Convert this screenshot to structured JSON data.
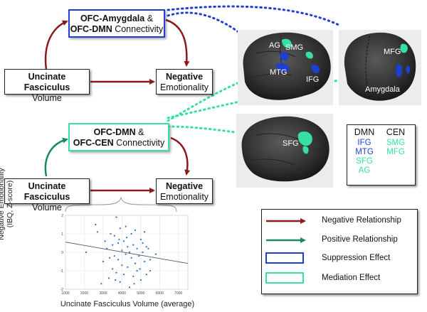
{
  "boxes": {
    "top_connect_line1_bold": "OFC-Amygdala",
    "top_connect_line1_rest": " &",
    "top_connect_line2_bold": "OFC-DMN",
    "top_connect_line2_rest": " Connectivity",
    "top_predictor_bold": "Uncinate Fasciculus",
    "top_predictor_sub": "Volume",
    "top_outcome_bold": "Negative",
    "top_outcome_sub": "Emotionality",
    "bot_connect_line1_bold": "OFC-DMN",
    "bot_connect_line1_rest": " &",
    "bot_connect_line2_bold": "OFC-CEN",
    "bot_connect_line2_rest": " Connectivity",
    "bot_predictor_bold": "Uncinate Fasciculus",
    "bot_predictor_sub": "Volume",
    "bot_outcome_bold": "Negative",
    "bot_outcome_sub": "Emotionality"
  },
  "brains": {
    "brain1_labels": [
      "AG",
      "SMG",
      "MTG",
      "IFG"
    ],
    "brain2_labels": [
      "MFG",
      "Amygdala"
    ],
    "brain3_labels": [
      "SFG"
    ]
  },
  "network_key": {
    "dmn_header": "DMN",
    "cen_header": "CEN",
    "dmn_regions": [
      "IFG",
      "MTG",
      "SFG",
      "AG"
    ],
    "cen_regions": [
      "SMG",
      "MFG"
    ]
  },
  "legend": {
    "items": [
      "Negative Relationship",
      "Positive Relationship",
      "Suppression Effect",
      "Mediation Effect"
    ]
  },
  "colors": {
    "negative": "#8b1a1a",
    "positive": "#1a8a5a",
    "suppression": "#1f3fd0",
    "mediation": "#35e0a0"
  },
  "chart_data": {
    "type": "scatter",
    "xlabel": "Uncinate Fasciculus Volume (average)",
    "ylabel": "Negative Emotionality (IBQ, Z-score)",
    "xlim": [
      1000,
      7500
    ],
    "ylim": [
      -2,
      2
    ],
    "x_ticks": [
      "1000",
      "2000",
      "3000",
      "4000",
      "5000",
      "6000",
      "7000"
    ],
    "y_ticks": [
      "2",
      "1",
      "0",
      "-1",
      "-2"
    ],
    "points": [
      [
        2100,
        0.0
      ],
      [
        2600,
        1.5
      ],
      [
        2700,
        1.1
      ],
      [
        3000,
        -0.5
      ],
      [
        3200,
        0.2
      ],
      [
        3300,
        -1.4
      ],
      [
        3400,
        1.0
      ],
      [
        3500,
        0.4
      ],
      [
        3500,
        -0.9
      ],
      [
        3600,
        -0.2
      ],
      [
        3600,
        0.9
      ],
      [
        3700,
        1.9
      ],
      [
        3700,
        -1.1
      ],
      [
        3800,
        0.5
      ],
      [
        3800,
        -0.4
      ],
      [
        3900,
        1.3
      ],
      [
        3900,
        -1.6
      ],
      [
        4000,
        0.1
      ],
      [
        4000,
        -0.7
      ],
      [
        4100,
        0.6
      ],
      [
        4100,
        -1.2
      ],
      [
        4200,
        -0.1
      ],
      [
        4200,
        1.4
      ],
      [
        4300,
        0.3
      ],
      [
        4300,
        -0.8
      ],
      [
        4400,
        -1.9
      ],
      [
        4400,
        0.0
      ],
      [
        4500,
        1.0
      ],
      [
        4500,
        -0.3
      ],
      [
        4600,
        0.4
      ],
      [
        4600,
        -1.3
      ],
      [
        4700,
        -0.6
      ],
      [
        4700,
        1.2
      ],
      [
        4800,
        0.2
      ],
      [
        4800,
        -1.0
      ],
      [
        4900,
        -0.2
      ],
      [
        5000,
        0.7
      ],
      [
        5000,
        -1.5
      ],
      [
        5100,
        0.0
      ],
      [
        5100,
        0.5
      ],
      [
        5200,
        -0.5
      ],
      [
        5200,
        1.1
      ],
      [
        5300,
        -1.2
      ],
      [
        5400,
        0.2
      ],
      [
        5500,
        -0.4
      ],
      [
        5500,
        -1.0
      ],
      [
        5800,
        -0.1
      ],
      [
        2900,
        -1.7
      ],
      [
        3100,
        0.6
      ],
      [
        4250,
        0.8
      ],
      [
        3350,
        -0.3
      ],
      [
        4650,
        -1.7
      ],
      [
        5300,
        0.3
      ],
      [
        3850,
        0.7
      ],
      [
        4950,
        -0.9
      ],
      [
        3650,
        -1.5
      ]
    ],
    "trendline": {
      "x": [
        1000,
        7500
      ],
      "y": [
        0.55,
        -0.6
      ]
    },
    "grid": true
  }
}
